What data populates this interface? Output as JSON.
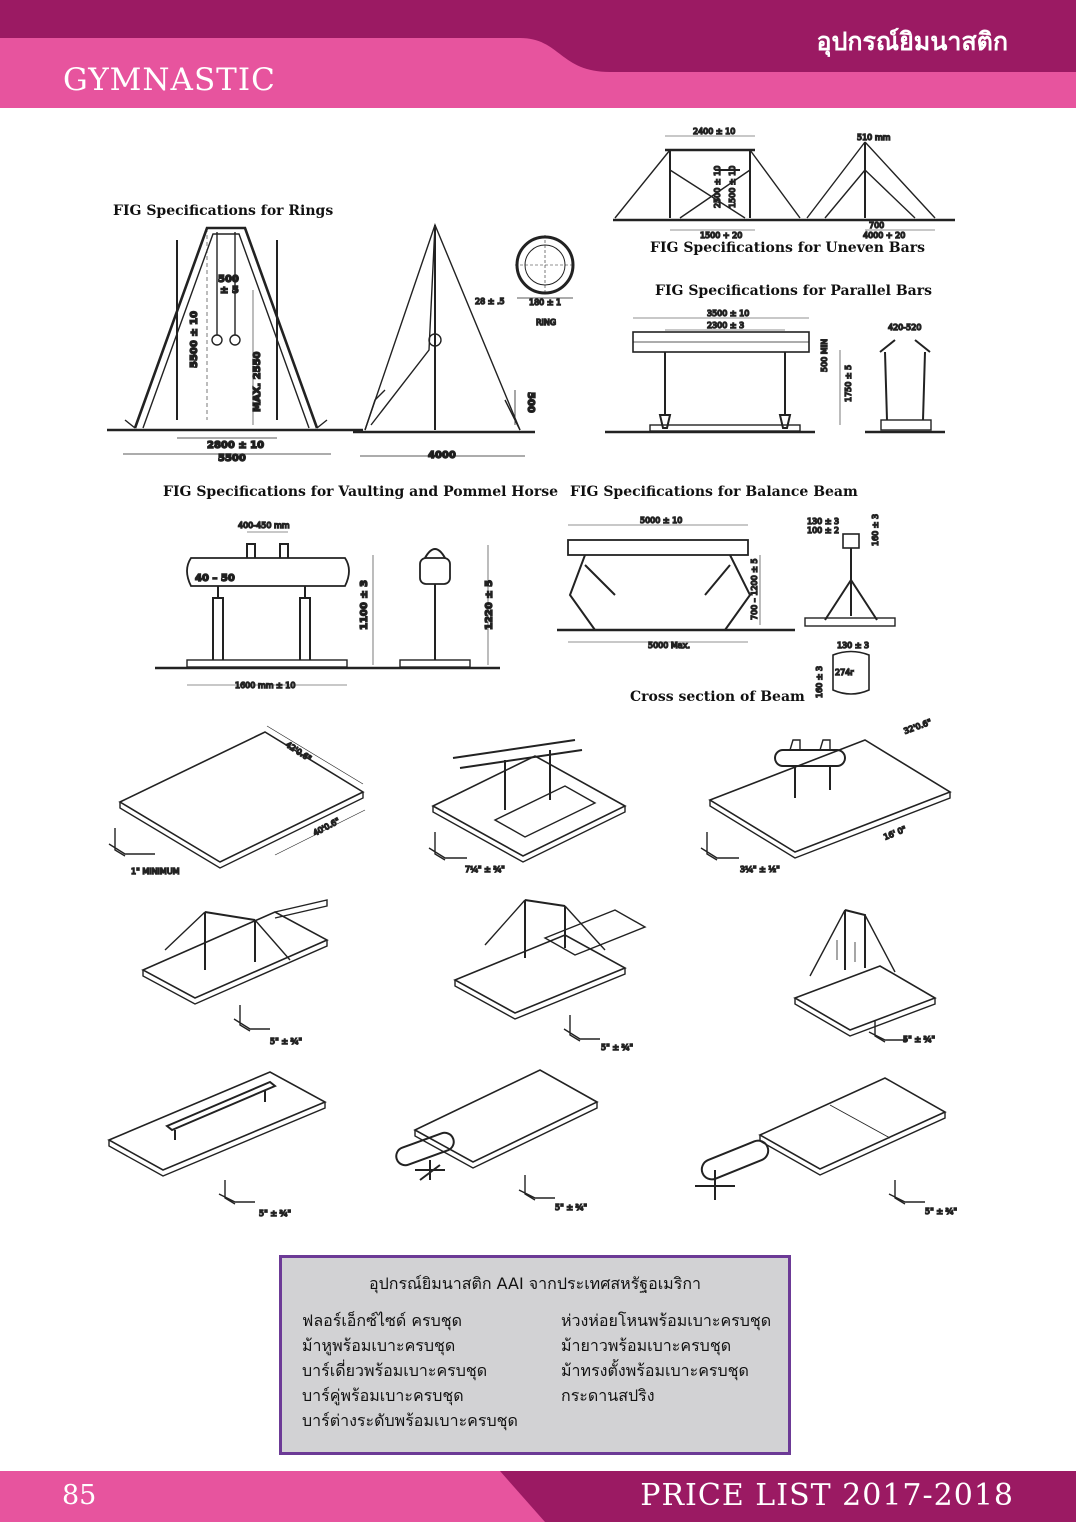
{
  "header": {
    "thai_title": "อุปกรณ์ยิมนาสติก",
    "category": "GYMNASTIC",
    "colors": {
      "dark": "#9b1a63",
      "pink": "#e7549e"
    }
  },
  "figures": {
    "rings": {
      "caption": "FIG Specifications for Rings",
      "d1": "500",
      "d1b": "± 5",
      "d2": "5500 ± 10",
      "d3": "MAX. 2550",
      "d4": "2800 ± 10",
      "d5": "5500",
      "d6": "4000",
      "d7": "500",
      "d8": "28 ± .5",
      "d9": "180 ± 1",
      "ring_label": "RING"
    },
    "uneven": {
      "caption": "FIG Specifications for Uneven Bars",
      "d1": "2400 ± 10",
      "d2": "510 mm",
      "d3": "2500 ± 10",
      "d4": "1500 ± 10",
      "d5": "1500 + 20",
      "d6": "700",
      "d7": "4000 + 20"
    },
    "parallel": {
      "caption": "FIG Specifications for Parallel Bars",
      "d1": "3500 ± 10",
      "d2": "2300 ± 3",
      "d3": "420-520",
      "d4": "500 MIN",
      "d5": "1750 ± 5"
    },
    "vault": {
      "caption": "FIG Specifications for Vaulting and Pommel Horse",
      "d1": "400-450 mm",
      "d2": "40 – 50",
      "d3": "1100 ± 3",
      "d4": "1220 ± 5",
      "d5": "1600 mm ± 10"
    },
    "beam": {
      "caption": "FIG Specifications for Balance Beam",
      "d1": "5000 ± 10",
      "d2": "130 ± 3",
      "d3": "100 ± 2",
      "d4": "160 ± 3",
      "d5": "700 – 1200 ± 5",
      "d6": "5000 Max.",
      "d7": "130 ± 3",
      "d8": "274r",
      "d9": "160 ± 3",
      "cross_caption": "Cross section of Beam"
    },
    "mats": {
      "m1a": "42'0.6\"",
      "m1b": "40'0.6\"",
      "m1c": "1\" MINIMUM",
      "m2c": "7¼\" ± ¾\"",
      "m3a": "32'0.6\"",
      "m3b": "16' 0\"",
      "m3c": "3¼\" ± ½\"",
      "m4c": "5\" ± ¾\"",
      "m5c": "5\" ± ¾\"",
      "m6c": "5\" ± ¾\"",
      "m7c": "5\" ± ¾\"",
      "m8c": "5\" ± ¾\"",
      "m9c": "5\" ± ¾\""
    }
  },
  "info": {
    "title": "อุปกรณ์ยิมนาสติก AAI จากประเทศสหรัฐอเมริกา",
    "left": [
      "ฟลอร์เอ็กซ์ไซด์ ครบชุด",
      "ม้าหูพร้อมเบาะครบชุด",
      "บาร์เดี่ยวพร้อมเบาะครบชุด",
      "บาร์คู่พร้อมเบาะครบชุด",
      "บาร์ต่างระดับพร้อมเบาะครบชุด"
    ],
    "right": [
      "ห่วงห่อยโหนพร้อมเบาะครบชุด",
      "ม้ายาวพร้อมเบาะครบชุด",
      "ม้าทรงตั้งพร้อมเบาะครบชุด",
      "กระดานสปริง"
    ]
  },
  "footer": {
    "page": "85",
    "price": "PRICE LIST 2017-2018"
  }
}
